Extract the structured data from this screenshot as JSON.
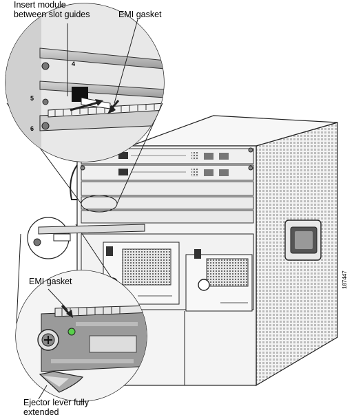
{
  "labels": {
    "insert_module_line1": "Insert module",
    "insert_module_line2": "between slot guides",
    "emi_gasket_top": "EMI gasket",
    "emi_gasket_bottom": "EMI gasket",
    "ejector_line1": "Ejector lever fully",
    "ejector_line2": "extended"
  },
  "slot_numbers": [
    "4",
    "5",
    "6"
  ],
  "figure_id": "187447"
}
